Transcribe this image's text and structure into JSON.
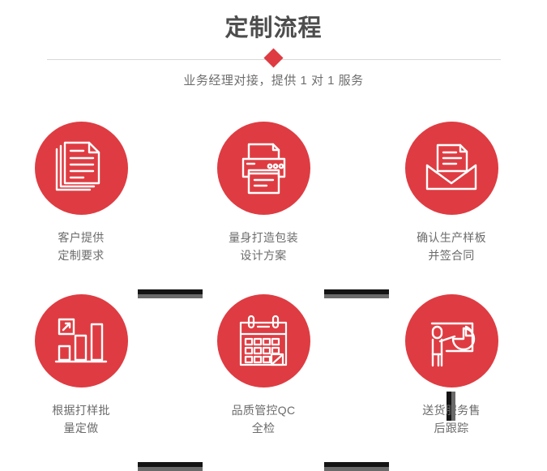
{
  "header": {
    "title": "定制流程",
    "subtitle": "业务经理对接，提供 1 对 1 服务",
    "divider_icon": "red-diamond",
    "title_color": "#4d4d4d",
    "subtitle_color": "#6e6e6e",
    "accent_color": "#de3c42",
    "divider_color": "#d9d9d9"
  },
  "steps": [
    {
      "index": 1,
      "icon": "documents-stack-icon",
      "label": "客户提供\n定制要求"
    },
    {
      "index": 2,
      "icon": "printer-icon",
      "label": "量身打造包装\n设计方案"
    },
    {
      "index": 3,
      "icon": "envelope-letter-icon",
      "label": "确认生产样板\n并签合同"
    },
    {
      "index": 4,
      "icon": "bar-chart-growth-icon",
      "label": "根据打样批\n量定做"
    },
    {
      "index": 5,
      "icon": "calendar-check-icon",
      "label": "品质管控QC\n全检"
    },
    {
      "index": 6,
      "icon": "presenter-pie-chart-icon",
      "label": "送货服务售\n后跟踪"
    }
  ],
  "connectors": {
    "dark_color": "#141414",
    "light_color": "#6a6a6a",
    "horizontal_count": 4,
    "vertical_count": 1
  },
  "label_color": "#6b6b6b",
  "circle_color": "#de3c42",
  "background_color": "#ffffff"
}
